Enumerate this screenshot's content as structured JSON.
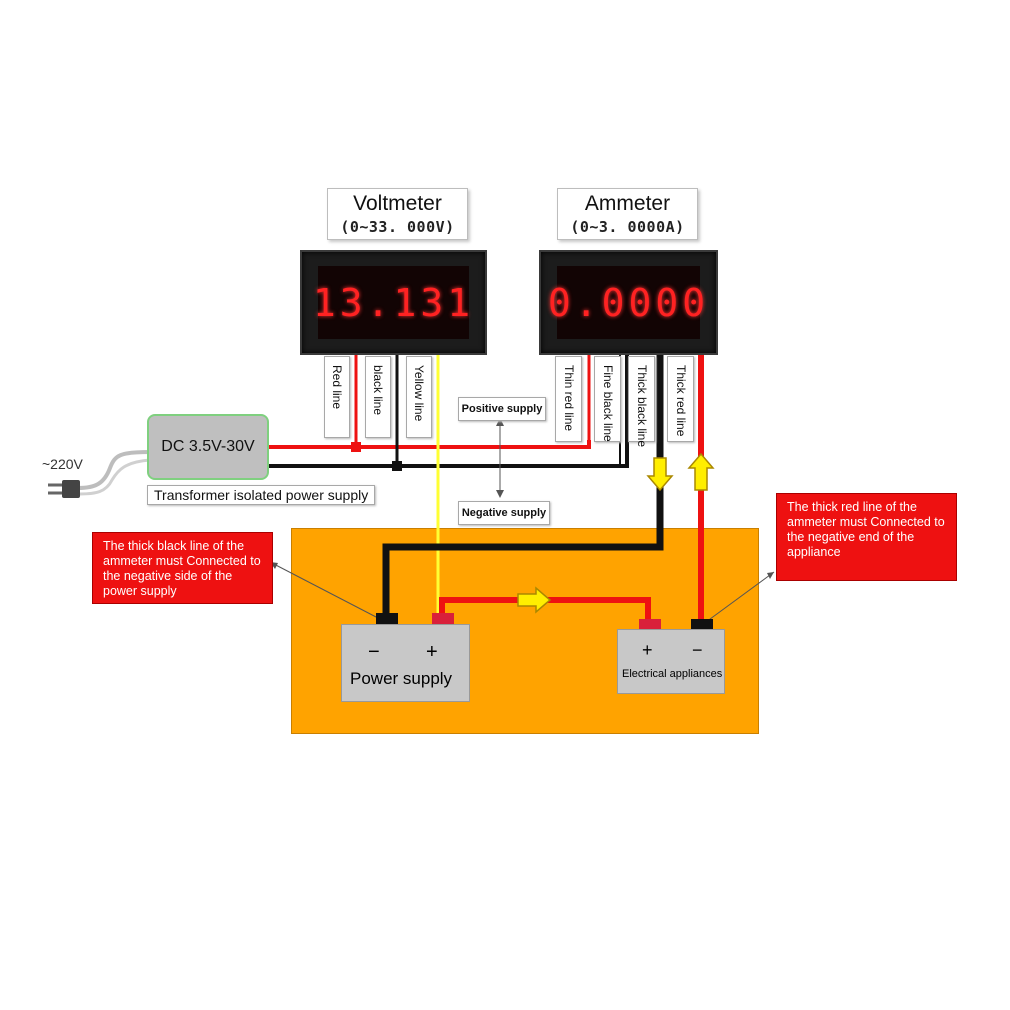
{
  "voltmeter": {
    "title": "Voltmeter",
    "range": "(0~33. 000V)",
    "reading": "13.131"
  },
  "ammeter": {
    "title": "Ammeter",
    "range": "(0~3. 0000A)",
    "reading": "0.0000"
  },
  "wire_labels": {
    "red_line": "Red line",
    "black_line": "black line",
    "yellow_line": "Yellow line",
    "thin_red_line": "Thin red line",
    "fine_black_line": "Fine black line",
    "thick_black_line": "Thick black line",
    "thick_red_line": "Thick red line"
  },
  "supply_labels": {
    "positive": "Positive supply",
    "negative": "Negative supply"
  },
  "dc_source": {
    "label": "DC 3.5V-30V",
    "input": "~220V",
    "caption": "Transformer isolated power supply"
  },
  "notes": {
    "left": "The thick black line of the ammeter must Connected to the negative side of the power supply",
    "right": "The thick red line of the ammeter must Connected to the negative end of the appliance"
  },
  "power_supply": {
    "minus": "−",
    "plus": "+",
    "label": "Power supply"
  },
  "appliance": {
    "plus": "+",
    "minus": "−",
    "label": "Electrical appliances"
  },
  "colors": {
    "red_wire": "#ee1111",
    "black_wire": "#111111",
    "yellow_wire": "#ffff33",
    "board": "#ffa300",
    "note_box": "#ee1111",
    "led": "#ff2222"
  }
}
